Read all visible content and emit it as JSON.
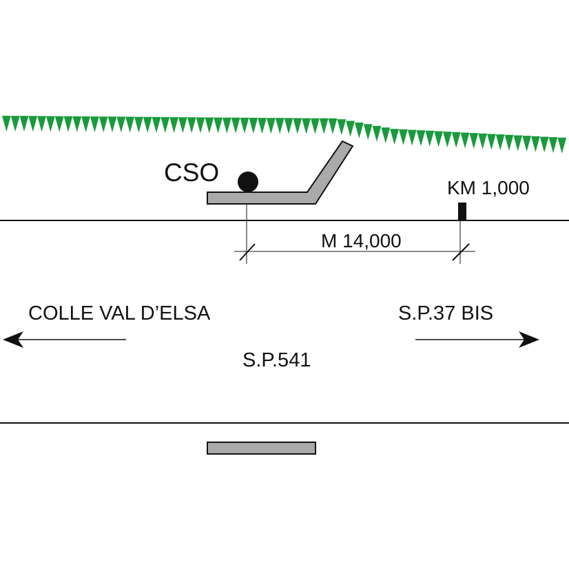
{
  "labels": {
    "cso": "CSO",
    "km_marker": "KM 1,000",
    "distance": "M 14,000",
    "direction_left": "COLLE VAL D’ELSA",
    "direction_right": "S.P.37 BIS",
    "road_name": "S.P.541"
  },
  "colors": {
    "vegetation": "#1a9a3c",
    "bay_fill": "#aaaaaa",
    "line": "#111111"
  }
}
